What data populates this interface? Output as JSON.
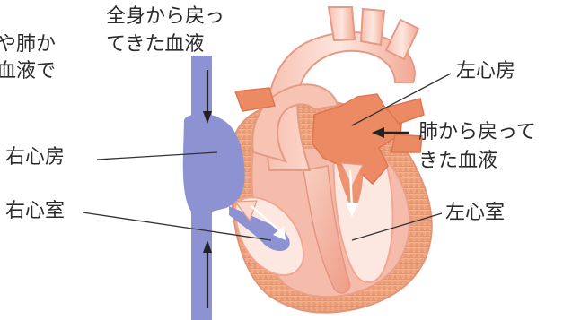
{
  "colors": {
    "venous_blue": "#8d93d2",
    "arterial_orange": "#ea8a64",
    "wall_pink": "#f4b7a6",
    "inner_cream": "#fde8e1",
    "muscle_orange": "#efa27d",
    "leader_line": "#333333"
  },
  "labels": {
    "top_left_fragment": [
      "や肺か",
      "血液で"
    ],
    "from_body": [
      "全身から戻っ",
      "てきた血液"
    ],
    "left_atrium": "左心房",
    "from_lungs": [
      "肺から戻って",
      "きた血液"
    ],
    "right_atrium": "右心房",
    "right_ventricle": "右心室",
    "left_ventricle": "左心室"
  }
}
